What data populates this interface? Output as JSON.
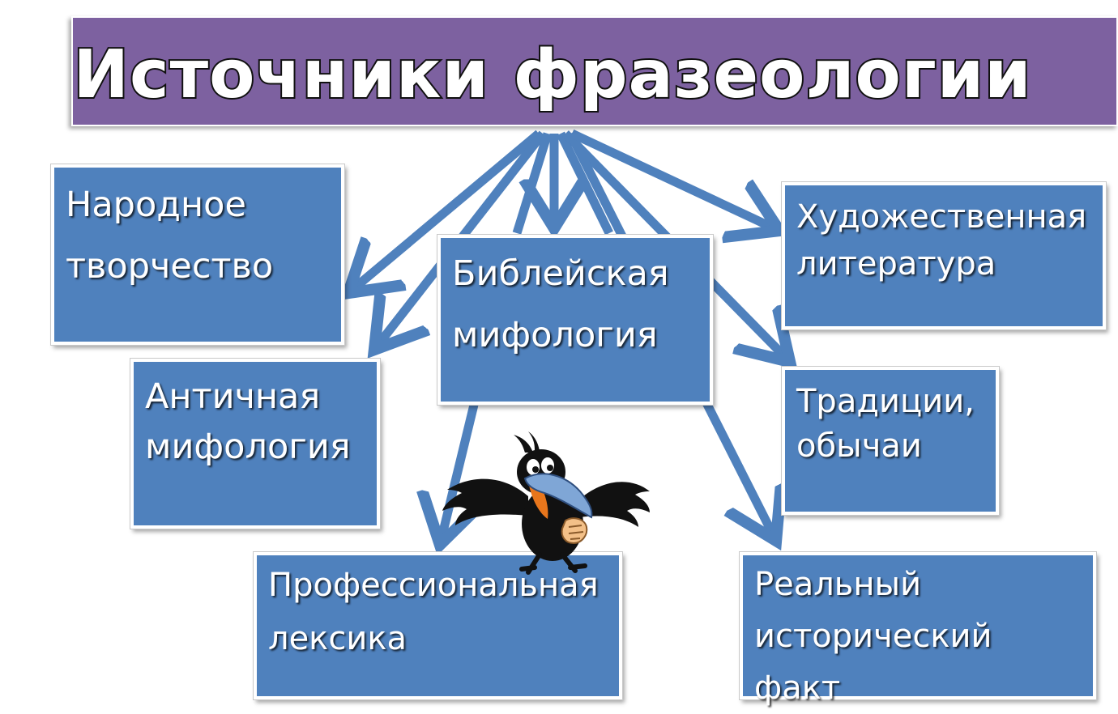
{
  "title": "Источники фразеологии",
  "nodes": {
    "folk": "  Народное\nтворчество",
    "antique": "Античная\nмифология",
    "biblical": "Библейская\nмифология",
    "professional": "Профессиональная\nлексика",
    "literature": "Художественная\nлитература",
    "traditions": "Традиции,\nобычаи",
    "historical": "Реальный\nисторический факт"
  },
  "colors": {
    "title_bg": "#7d61a0",
    "node_bg": "#4f81bd",
    "arrow": "#4f81bd"
  },
  "icons": [
    "crow-icon"
  ]
}
